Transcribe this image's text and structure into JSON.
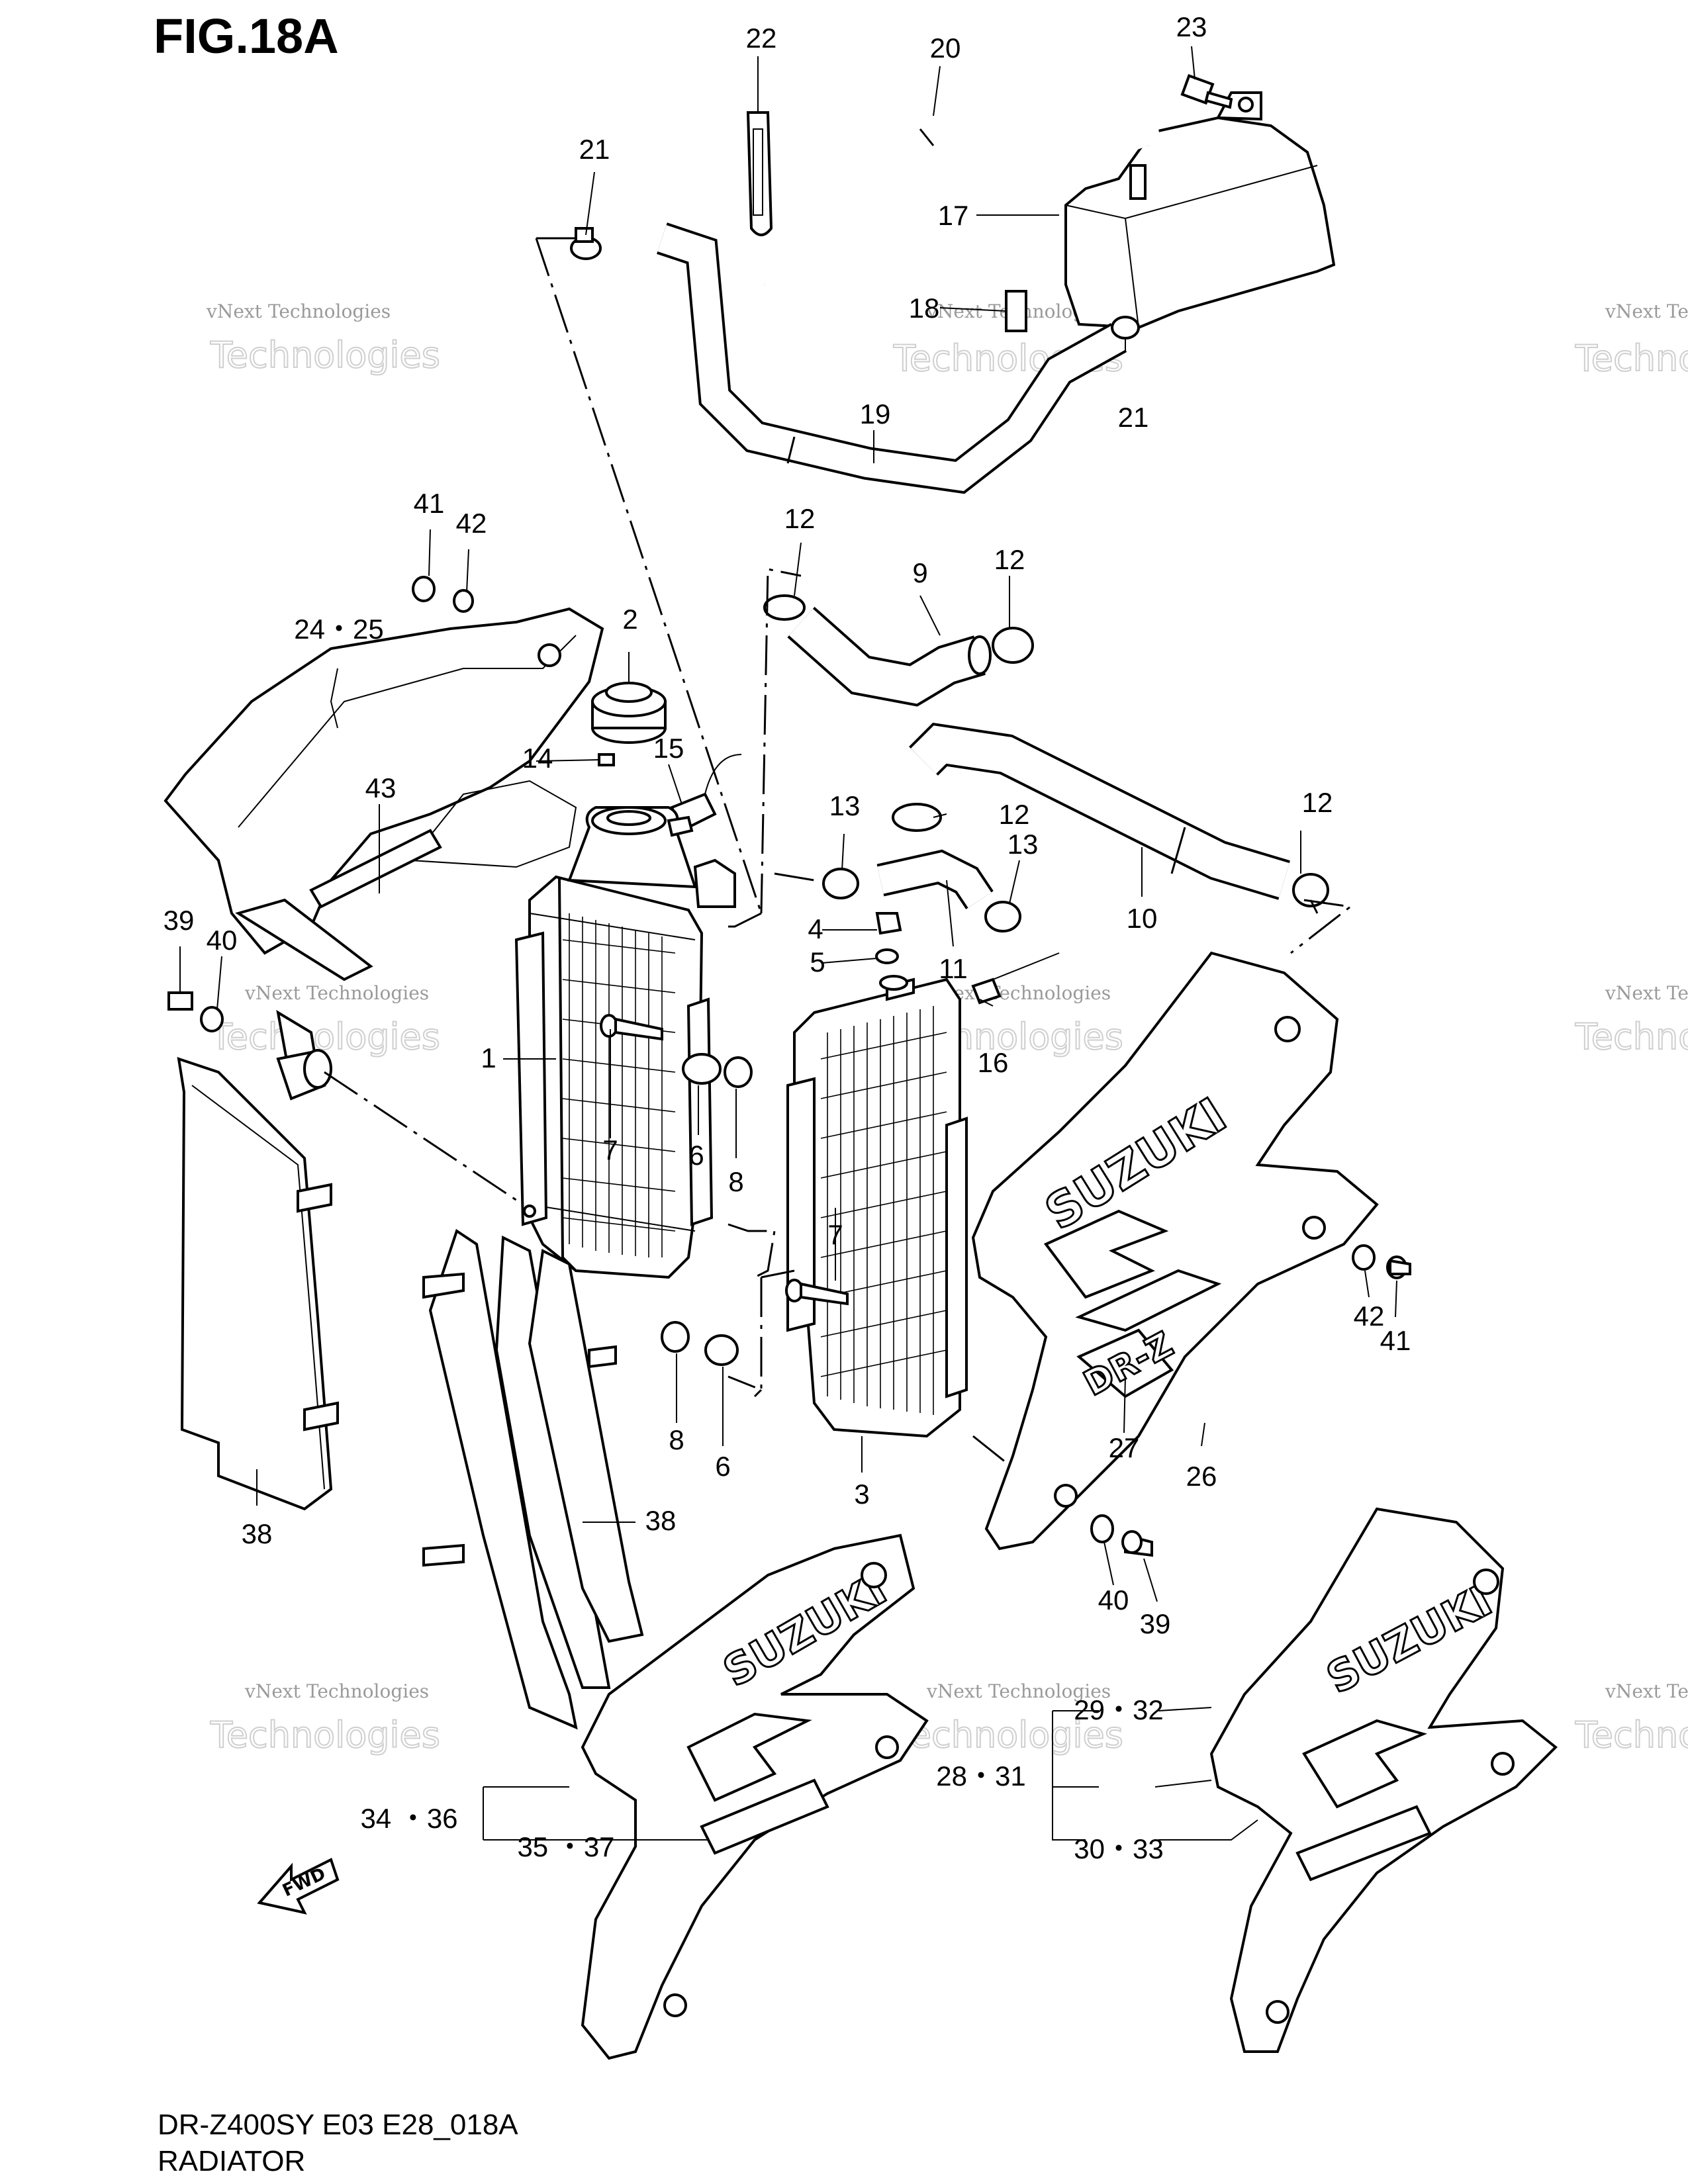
{
  "figure": {
    "title": "FIG.18A"
  },
  "footer": {
    "model": "DR-Z400SY E03 E28_018A",
    "section": "RADIATOR"
  },
  "watermark": {
    "line1": "vNext Technologies",
    "line2": "Technologies"
  },
  "fwd_label": "FWD",
  "branding": {
    "decal_logo": "SUZUKI",
    "model_badge": "DR-Z"
  },
  "callouts": [
    {
      "id": "c22",
      "label": "22"
    },
    {
      "id": "c20",
      "label": "20"
    },
    {
      "id": "c23",
      "label": "23"
    },
    {
      "id": "c21a",
      "label": "21"
    },
    {
      "id": "c17",
      "label": "17"
    },
    {
      "id": "c18",
      "label": "18"
    },
    {
      "id": "c21b",
      "label": "21"
    },
    {
      "id": "c19",
      "label": "19"
    },
    {
      "id": "c41a",
      "label": "41"
    },
    {
      "id": "c42a",
      "label": "42"
    },
    {
      "id": "c12a",
      "label": "12"
    },
    {
      "id": "c9",
      "label": "9"
    },
    {
      "id": "c12b",
      "label": "12"
    },
    {
      "id": "c2",
      "label": "2"
    },
    {
      "id": "c2425",
      "label": "24・25"
    },
    {
      "id": "c14",
      "label": "14"
    },
    {
      "id": "c15",
      "label": "15"
    },
    {
      "id": "c13a",
      "label": "13"
    },
    {
      "id": "c12c",
      "label": "12"
    },
    {
      "id": "c12d",
      "label": "12"
    },
    {
      "id": "c43",
      "label": "43"
    },
    {
      "id": "c13b",
      "label": "13"
    },
    {
      "id": "c10",
      "label": "10"
    },
    {
      "id": "c4",
      "label": "4"
    },
    {
      "id": "c39a",
      "label": "39"
    },
    {
      "id": "c40a",
      "label": "40"
    },
    {
      "id": "c11",
      "label": "11"
    },
    {
      "id": "c5",
      "label": "5"
    },
    {
      "id": "c1",
      "label": "1"
    },
    {
      "id": "c16",
      "label": "16"
    },
    {
      "id": "c7a",
      "label": "7"
    },
    {
      "id": "c6a",
      "label": "6"
    },
    {
      "id": "c8a",
      "label": "8"
    },
    {
      "id": "c7b",
      "label": "7"
    },
    {
      "id": "c42b",
      "label": "42"
    },
    {
      "id": "c41b",
      "label": "41"
    },
    {
      "id": "c8b",
      "label": "8"
    },
    {
      "id": "c6b",
      "label": "6"
    },
    {
      "id": "c27",
      "label": "27"
    },
    {
      "id": "c26",
      "label": "26"
    },
    {
      "id": "c3",
      "label": "3"
    },
    {
      "id": "c38a",
      "label": "38"
    },
    {
      "id": "c38b",
      "label": "38"
    },
    {
      "id": "c40b",
      "label": "40"
    },
    {
      "id": "c39b",
      "label": "39"
    },
    {
      "id": "c2932",
      "label": "29・32"
    },
    {
      "id": "c2831",
      "label": "28・31"
    },
    {
      "id": "c3436",
      "label": "34 ・36"
    },
    {
      "id": "c3537",
      "label": "35 ・37"
    },
    {
      "id": "c3033",
      "label": "30・33"
    }
  ]
}
